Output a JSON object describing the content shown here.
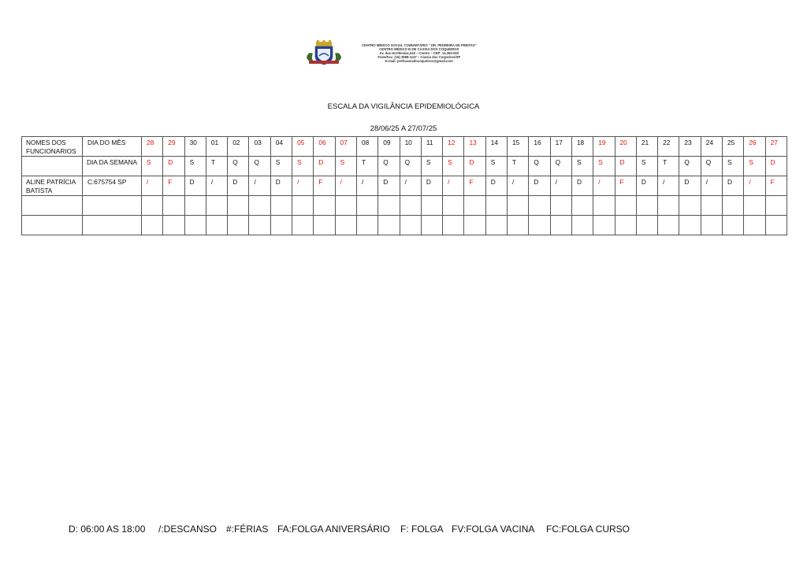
{
  "header": {
    "address_lines": [
      "CENTRO MÉDICO SOCIAL COMUNITÁRIO \" DR. PEDREIRA DE FREITAS\"",
      "CENTRO MÉDICO III DE CÁSSIA DOS COQUEIROS",
      "Av. das Hortênsias,243 – Centro – CEP: 14.260-000",
      "Fone/Fax: (16) 3988-1147 – Cássia dos Coqueiros/SP",
      "E-mail: prefcassiadocoqueiros@gmail.com"
    ]
  },
  "title": "ESCALA DA VIGILÂNCIA EPIDEMIOLÓGICA",
  "period": "28/06/25 A 27/07/25",
  "colors": {
    "weekend": "#e3130c",
    "text": "#111111",
    "border": "#555555"
  },
  "table": {
    "name_header": "NOMES DOS FUNCIONARIOS",
    "day_label": "DIA DO MÊS",
    "weekday_label": "DIA DA SEMANA",
    "days": [
      "28",
      "29",
      "30",
      "01",
      "02",
      "03",
      "04",
      "05",
      "06",
      "07",
      "08",
      "09",
      "10",
      "11",
      "12",
      "13",
      "14",
      "15",
      "16",
      "17",
      "18",
      "19",
      "20",
      "21",
      "22",
      "23",
      "24",
      "25",
      "26",
      "27"
    ],
    "weekdays": [
      "S",
      "D",
      "S",
      "T",
      "Q",
      "Q",
      "S",
      "S",
      "D",
      "S",
      "T",
      "Q",
      "Q",
      "S",
      "S",
      "D",
      "S",
      "T",
      "Q",
      "Q",
      "S",
      "S",
      "D",
      "S",
      "T",
      "Q",
      "Q",
      "S",
      "S",
      "D"
    ],
    "weekend_flags": [
      1,
      1,
      0,
      0,
      0,
      0,
      0,
      1,
      1,
      1,
      0,
      0,
      0,
      0,
      1,
      1,
      0,
      0,
      0,
      0,
      0,
      1,
      1,
      0,
      0,
      0,
      0,
      0,
      1,
      1
    ],
    "employees": [
      {
        "name": "ALINE PATRÍCIA BATISTA",
        "id": "C:675754 SP",
        "schedule": [
          "/",
          "F",
          "D",
          "/",
          "D",
          "/",
          "D",
          "/",
          "F",
          "/",
          "/",
          "D",
          "/",
          "D",
          "/",
          "F",
          "D",
          "/",
          "D",
          "/",
          "D",
          "/",
          "F",
          "D",
          "/",
          "D",
          "/",
          "D",
          "/",
          "F"
        ]
      }
    ],
    "empty_rows": 2
  },
  "legend": [
    "D: 06:00 AS 18:00",
    "/:DESCANSO",
    "#:FÉRIAS",
    "FA:FOLGA ANIVERSÁRIO",
    "F: FOLGA",
    "FV:FOLGA VACINA",
    "FC:FOLGA CURSO"
  ]
}
